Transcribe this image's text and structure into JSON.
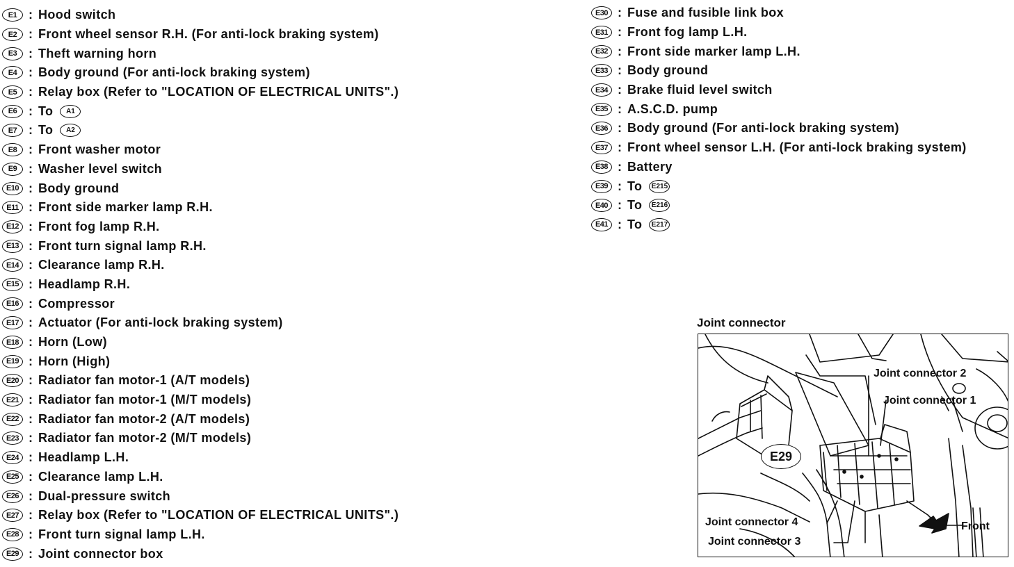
{
  "left_list": [
    {
      "id": "E1",
      "text": "Hood switch"
    },
    {
      "id": "E2",
      "text": "Front wheel sensor R.H. (For anti-lock braking system)"
    },
    {
      "id": "E3",
      "text": "Theft warning horn"
    },
    {
      "id": "E4",
      "text": "Body ground (For anti-lock braking system)"
    },
    {
      "id": "E5",
      "text": "Relay box (Refer to \"LOCATION OF ELECTRICAL UNITS\".)"
    },
    {
      "id": "E6",
      "text": "To",
      "ref": "A1"
    },
    {
      "id": "E7",
      "text": "To",
      "ref": "A2"
    },
    {
      "id": "E8",
      "text": "Front washer motor"
    },
    {
      "id": "E9",
      "text": "Washer level switch"
    },
    {
      "id": "E10",
      "text": "Body ground"
    },
    {
      "id": "E11",
      "text": "Front side marker lamp R.H."
    },
    {
      "id": "E12",
      "text": "Front fog lamp R.H."
    },
    {
      "id": "E13",
      "text": "Front turn signal lamp R.H."
    },
    {
      "id": "E14",
      "text": "Clearance lamp R.H."
    },
    {
      "id": "E15",
      "text": "Headlamp R.H."
    },
    {
      "id": "E16",
      "text": "Compressor"
    },
    {
      "id": "E17",
      "text": "Actuator (For anti-lock braking system)"
    },
    {
      "id": "E18",
      "text": "Horn (Low)"
    },
    {
      "id": "E19",
      "text": "Horn (High)"
    },
    {
      "id": "E20",
      "text": "Radiator fan motor-1 (A/T models)"
    },
    {
      "id": "E21",
      "text": "Radiator fan motor-1 (M/T models)"
    },
    {
      "id": "E22",
      "text": "Radiator fan motor-2 (A/T models)"
    },
    {
      "id": "E23",
      "text": "Radiator fan motor-2 (M/T models)"
    },
    {
      "id": "E24",
      "text": "Headlamp L.H."
    },
    {
      "id": "E25",
      "text": "Clearance lamp L.H."
    },
    {
      "id": "E26",
      "text": "Dual-pressure switch"
    },
    {
      "id": "E27",
      "text": "Relay box (Refer to \"LOCATION OF ELECTRICAL UNITS\".)"
    },
    {
      "id": "E28",
      "text": "Front turn signal lamp L.H."
    },
    {
      "id": "E29",
      "text": "Joint connector box"
    }
  ],
  "right_list": [
    {
      "id": "E30",
      "text": "Fuse and fusible link box"
    },
    {
      "id": "E31",
      "text": "Front fog lamp L.H."
    },
    {
      "id": "E32",
      "text": "Front side marker lamp L.H."
    },
    {
      "id": "E33",
      "text": "Body ground"
    },
    {
      "id": "E34",
      "text": "Brake fluid level switch"
    },
    {
      "id": "E35",
      "text": "A.S.C.D. pump"
    },
    {
      "id": "E36",
      "text": "Body ground (For anti-lock braking system)"
    },
    {
      "id": "E37",
      "text": "Front wheel sensor L.H. (For anti-lock braking system)"
    },
    {
      "id": "E38",
      "text": "Battery"
    },
    {
      "id": "E39",
      "text": "To",
      "ref": "E215"
    },
    {
      "id": "E40",
      "text": "To",
      "ref": "E216"
    },
    {
      "id": "E41",
      "text": "To",
      "ref": "E217"
    }
  ],
  "separator": ":",
  "figure": {
    "title": "Joint connector",
    "callout": "E29",
    "labels": {
      "jc2": "Joint connector 2",
      "jc1": "Joint connector 1",
      "jc4": "Joint connector 4",
      "jc3": "Joint connector 3",
      "front": "Front"
    }
  }
}
